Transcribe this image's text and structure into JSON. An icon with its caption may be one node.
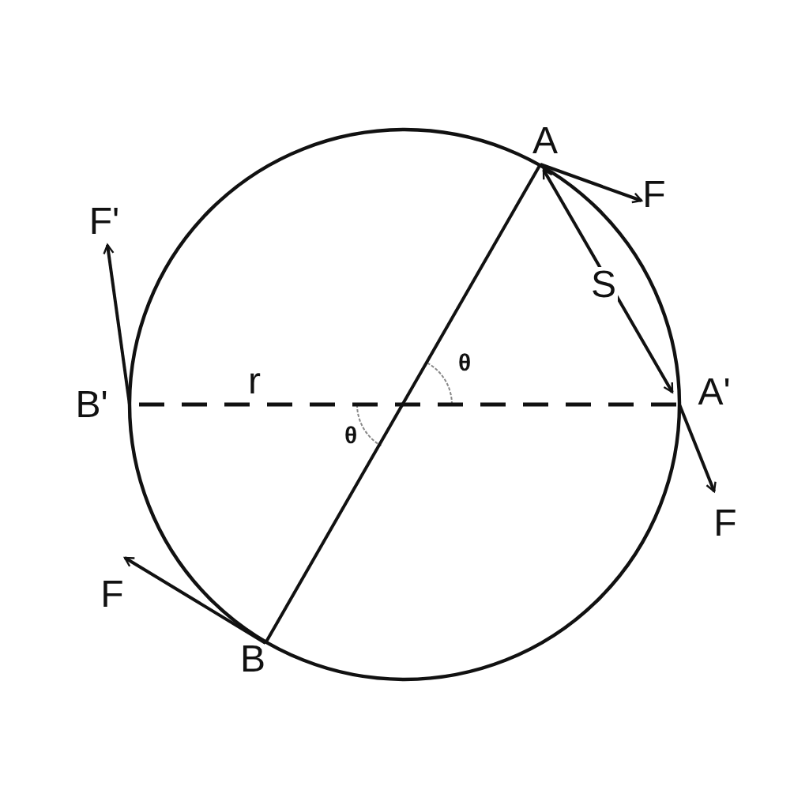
{
  "diagram": {
    "nodes": [
      {
        "text": [
          "A"
        ]
      },
      {
        "text": [
          "F"
        ]
      },
      {
        "text": [
          "A'"
        ]
      },
      {
        "text": [
          "F"
        ]
      },
      {
        "text": [
          "B"
        ]
      },
      {
        "text": [
          "F"
        ]
      },
      {
        "text": [
          "B'"
        ]
      },
      {
        "text": [
          "F'"
        ]
      }
    ],
    "edges": [
      {
        "from": 0,
        "to": 1,
        "arrow": "to"
      },
      {
        "from": 0,
        "to": 4,
        "arrow": "none"
      },
      {
        "from": 0,
        "to": 2,
        "arrow": "both",
        "label": "S"
      },
      {
        "from": 2,
        "to": 3,
        "arrow": "to"
      },
      {
        "from": 4,
        "to": 5,
        "arrow": "to"
      },
      {
        "from": 6,
        "to": 7,
        "arrow": "to"
      },
      {
        "from": 6,
        "to": 2,
        "arrow": "none",
        "style": "dashed",
        "label": "r"
      }
    ],
    "labels": [
      "θ",
      "θ"
    ]
  }
}
